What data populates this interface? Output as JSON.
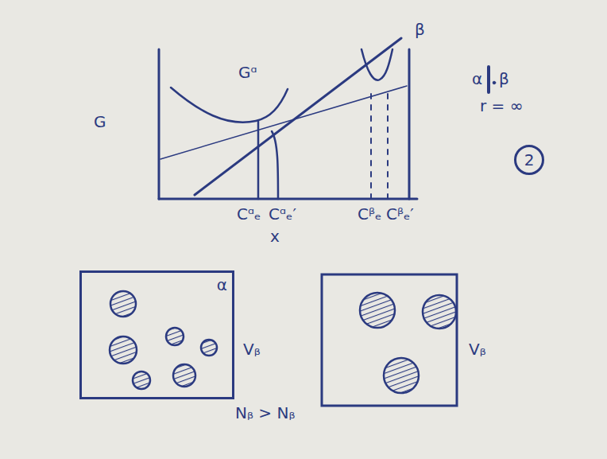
{
  "diagram": {
    "nodes": [
      {
        "text": [
          "α"
        ]
      },
      {
        "text": [
          "2"
        ]
      }
    ],
    "labels": [
      "G",
      "Gᵅ",
      "β",
      "Cᵅₑ",
      "Cᵅₑ′",
      "Cᵝₑ",
      "Cᵝₑ′",
      "x",
      "α",
      "β",
      "r = ∞",
      "Vᵦ",
      "Nᵦ > Nᵦ",
      "Vᵦ"
    ]
  }
}
